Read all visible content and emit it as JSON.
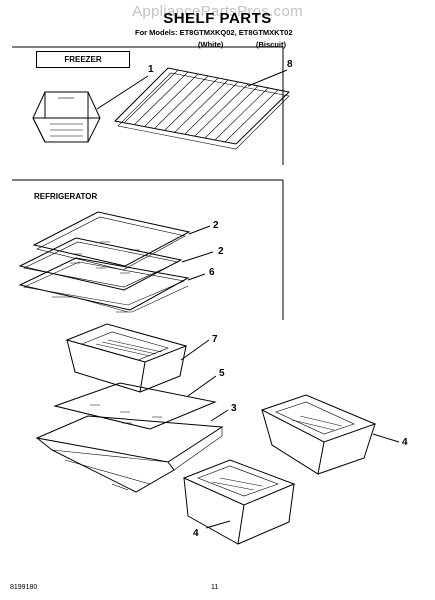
{
  "watermark": "AppliancePartsPros.com",
  "header": {
    "title": "SHELF PARTS",
    "models_line": "For Models: ET8GTMXKQ02, ET8GTMXKT02",
    "variant_white": "(White)",
    "variant_biscuit": "(Biscuit)"
  },
  "sections": {
    "freezer": "FREEZER",
    "refrigerator": "REFRIGERATOR"
  },
  "callouts": {
    "c1": "1",
    "c8": "8",
    "c2a": "2",
    "c2b": "2",
    "c6": "6",
    "c7": "7",
    "c5": "5",
    "c3": "3",
    "c4a": "4",
    "c4b": "4"
  },
  "footer": {
    "doc_number": "8199180",
    "page_number": "11"
  }
}
